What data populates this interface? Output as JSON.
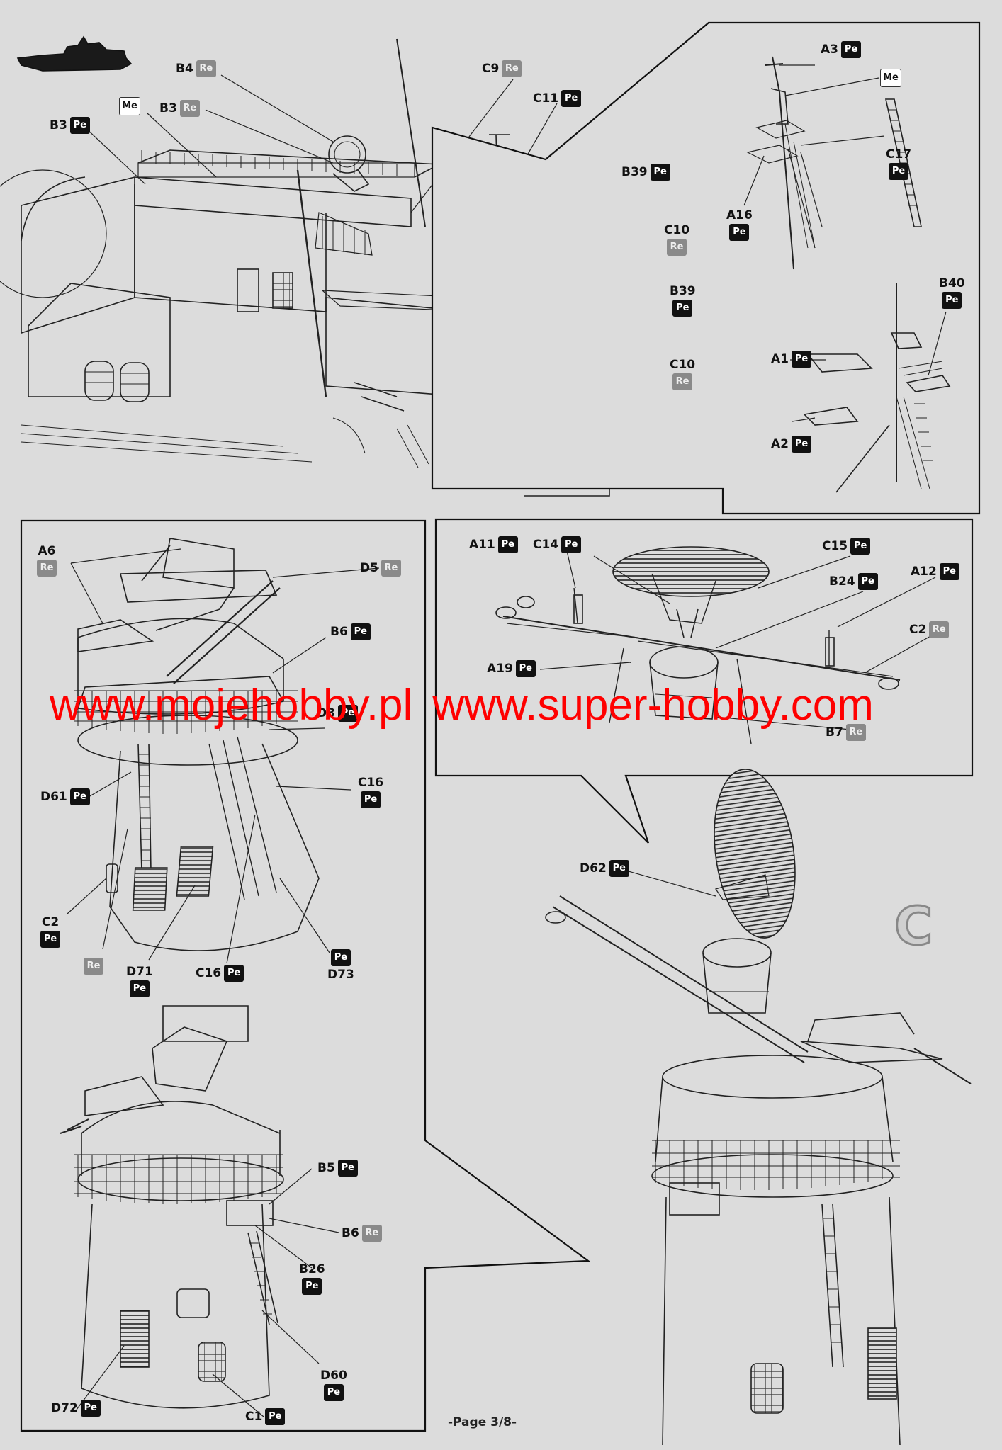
{
  "page_label": "-Page 3/8-",
  "step_letter": "C",
  "watermark": {
    "left": "www.mojehobby.pl",
    "right": "www.super-hobby.com"
  },
  "badges": {
    "pe": "Pe",
    "re": "Re",
    "me": "Me"
  },
  "labels": {
    "B4": "B4",
    "B3": "B3",
    "C9": "C9",
    "C11": "C11",
    "B39": "B39",
    "C10": "C10",
    "A3": "A3",
    "C17": "C17",
    "A16": "A16",
    "B40": "B40",
    "A1": "A1",
    "A2": "A2",
    "A11": "A11",
    "C14": "C14",
    "C15": "C15",
    "B24": "B24",
    "A12": "A12",
    "C2": "C2",
    "A19": "A19",
    "B7": "B7",
    "A6": "A6",
    "D5": "D5",
    "B6": "B6",
    "D61": "D61",
    "C16": "C16",
    "D71": "D71",
    "D73": "D73",
    "D62": "D62",
    "B5": "B5",
    "B26": "B26",
    "D60": "D60",
    "D72": "D72",
    "C1": "C1",
    "D3": "D3"
  }
}
